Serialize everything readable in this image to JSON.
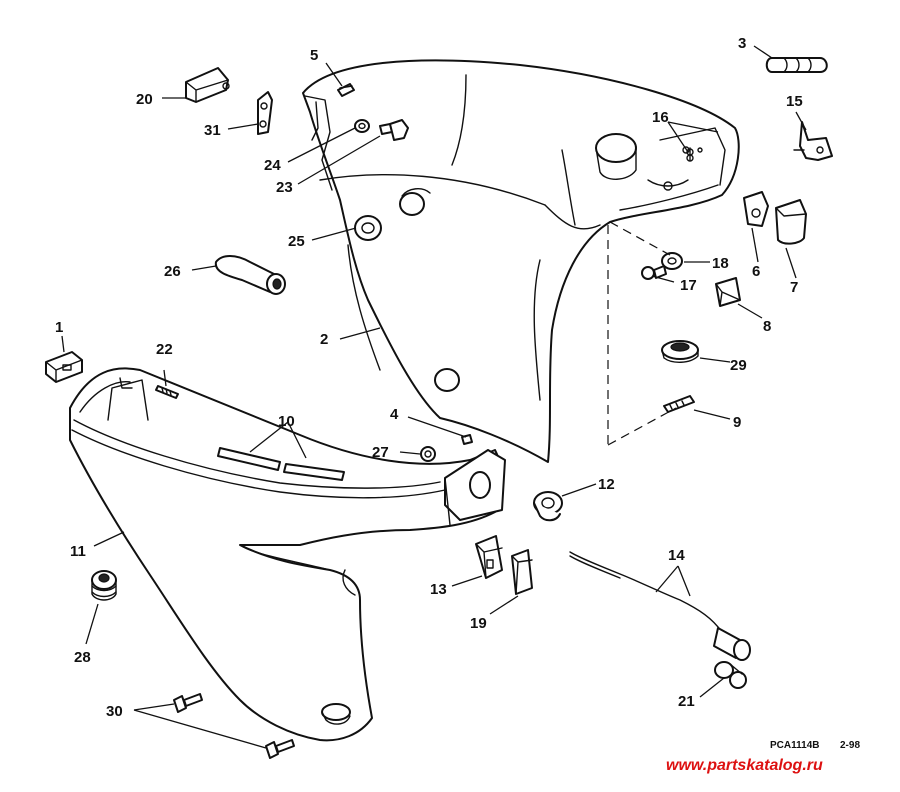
{
  "diagram": {
    "callouts": [
      {
        "id": "c1",
        "label": "1"
      },
      {
        "id": "c2",
        "label": "2"
      },
      {
        "id": "c3",
        "label": "3"
      },
      {
        "id": "c4",
        "label": "4"
      },
      {
        "id": "c5",
        "label": "5"
      },
      {
        "id": "c6",
        "label": "6"
      },
      {
        "id": "c7",
        "label": "7"
      },
      {
        "id": "c8",
        "label": "8"
      },
      {
        "id": "c9",
        "label": "9"
      },
      {
        "id": "c10",
        "label": "10"
      },
      {
        "id": "c11",
        "label": "11"
      },
      {
        "id": "c12",
        "label": "12"
      },
      {
        "id": "c13",
        "label": "13"
      },
      {
        "id": "c14",
        "label": "14"
      },
      {
        "id": "c15",
        "label": "15"
      },
      {
        "id": "c16",
        "label": "16"
      },
      {
        "id": "c17",
        "label": "17"
      },
      {
        "id": "c18",
        "label": "18"
      },
      {
        "id": "c19",
        "label": "19"
      },
      {
        "id": "c20",
        "label": "20"
      },
      {
        "id": "c21",
        "label": "21"
      },
      {
        "id": "c22",
        "label": "22"
      },
      {
        "id": "c23",
        "label": "23"
      },
      {
        "id": "c24",
        "label": "24"
      },
      {
        "id": "c25",
        "label": "25"
      },
      {
        "id": "c26",
        "label": "26"
      },
      {
        "id": "c27",
        "label": "27"
      },
      {
        "id": "c28",
        "label": "28"
      },
      {
        "id": "c29",
        "label": "29"
      },
      {
        "id": "c30",
        "label": "30"
      },
      {
        "id": "c31",
        "label": "31"
      }
    ],
    "reference_code": "PCA1114B",
    "reference_date": "2-98",
    "watermark": "www.partskatalog.ru",
    "colors": {
      "ink": "#111111",
      "watermark": "#dd1111",
      "paper": "#ffffff"
    }
  }
}
